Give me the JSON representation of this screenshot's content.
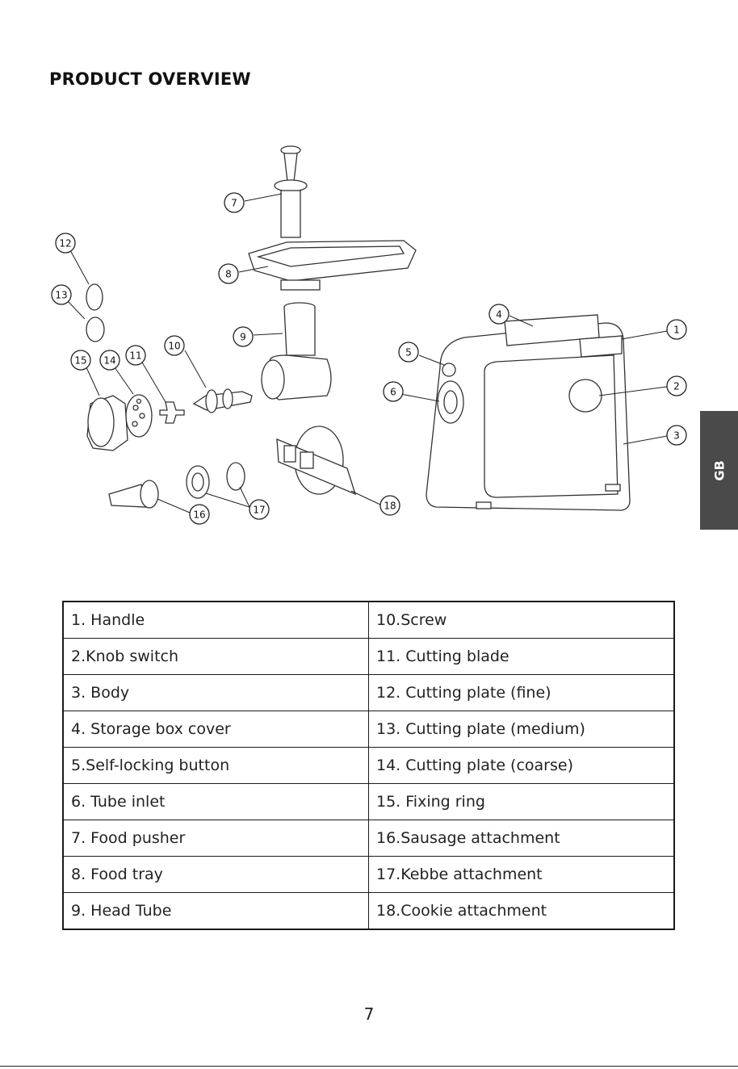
{
  "heading": "PRODUCT OVERVIEW",
  "side_tab": "GB",
  "page_number": "7",
  "callouts": [
    "1",
    "2",
    "3",
    "4",
    "5",
    "6",
    "7",
    "8",
    "9",
    "10",
    "11",
    "12",
    "13",
    "14",
    "15",
    "16",
    "17",
    "18"
  ],
  "parts_table": {
    "rows": [
      [
        "1. Handle",
        "10.Screw"
      ],
      [
        "2.Knob switch",
        "11. Cutting blade"
      ],
      [
        "3. Body",
        "12. Cutting plate (fine)"
      ],
      [
        "4. Storage box cover",
        "13. Cutting plate (medium)"
      ],
      [
        "5.Self-locking button",
        "14. Cutting plate (coarse)"
      ],
      [
        "6. Tube inlet",
        "15. Fixing ring"
      ],
      [
        "7. Food pusher",
        "16.Sausage attachment"
      ],
      [
        "8. Food tray",
        "17.Kebbe attachment"
      ],
      [
        "9. Head Tube",
        "18.Cookie attachment"
      ]
    ]
  }
}
